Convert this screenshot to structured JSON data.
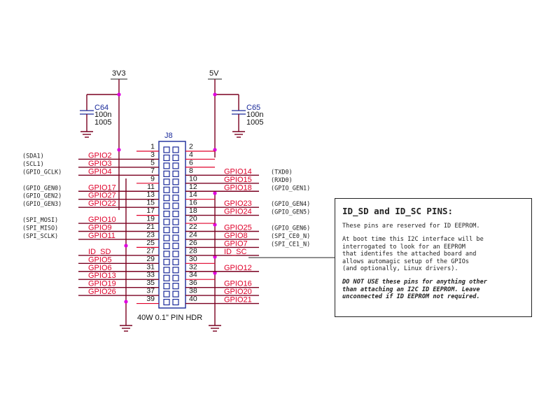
{
  "power": {
    "v33": "3V3",
    "v5": "5V"
  },
  "caps": [
    {
      "ref": "C64",
      "value": "100n",
      "pkg": "1005"
    },
    {
      "ref": "C65",
      "value": "100n",
      "pkg": "1005"
    }
  ],
  "header": {
    "ref": "J8",
    "caption": "40W 0.1\" PIN HDR"
  },
  "pins_left": [
    {
      "num": "1",
      "net": "",
      "alt": ""
    },
    {
      "num": "3",
      "net": "GPIO2",
      "alt": "(SDA1)"
    },
    {
      "num": "5",
      "net": "GPIO3",
      "alt": "(SCL1)"
    },
    {
      "num": "7",
      "net": "GPIO4",
      "alt": "(GPIO_GCLK)"
    },
    {
      "num": "9",
      "net": "",
      "alt": ""
    },
    {
      "num": "11",
      "net": "GPIO17",
      "alt": "(GPIO_GEN0)"
    },
    {
      "num": "13",
      "net": "GPIO27",
      "alt": "(GPIO_GEN2)"
    },
    {
      "num": "15",
      "net": "GPIO22",
      "alt": "(GPIO_GEN3)"
    },
    {
      "num": "17",
      "net": "",
      "alt": ""
    },
    {
      "num": "19",
      "net": "GPIO10",
      "alt": "(SPI_MOSI)"
    },
    {
      "num": "21",
      "net": "GPIO9",
      "alt": "(SPI_MISO)"
    },
    {
      "num": "23",
      "net": "GPIO11",
      "alt": "(SPI_SCLK)"
    },
    {
      "num": "25",
      "net": "",
      "alt": ""
    },
    {
      "num": "27",
      "net": "ID_SD",
      "alt": ""
    },
    {
      "num": "29",
      "net": "GPIO5",
      "alt": ""
    },
    {
      "num": "31",
      "net": "GPIO6",
      "alt": ""
    },
    {
      "num": "33",
      "net": "GPIO13",
      "alt": ""
    },
    {
      "num": "35",
      "net": "GPIO19",
      "alt": ""
    },
    {
      "num": "37",
      "net": "GPIO26",
      "alt": ""
    },
    {
      "num": "39",
      "net": "",
      "alt": ""
    }
  ],
  "pins_right": [
    {
      "num": "2",
      "net": "",
      "alt": ""
    },
    {
      "num": "4",
      "net": "",
      "alt": ""
    },
    {
      "num": "6",
      "net": "",
      "alt": ""
    },
    {
      "num": "8",
      "net": "GPIO14",
      "alt": "(TXD0)"
    },
    {
      "num": "10",
      "net": "GPIO15",
      "alt": "(RXD0)"
    },
    {
      "num": "12",
      "net": "GPIO18",
      "alt": "(GPIO_GEN1)"
    },
    {
      "num": "14",
      "net": "",
      "alt": ""
    },
    {
      "num": "16",
      "net": "GPIO23",
      "alt": "(GPIO_GEN4)"
    },
    {
      "num": "18",
      "net": "GPIO24",
      "alt": "(GPIO_GEN5)"
    },
    {
      "num": "20",
      "net": "",
      "alt": ""
    },
    {
      "num": "22",
      "net": "GPIO25",
      "alt": "(GPIO_GEN6)"
    },
    {
      "num": "24",
      "net": "GPIO8",
      "alt": "(SPI_CE0_N)"
    },
    {
      "num": "26",
      "net": "GPIO7",
      "alt": "(SPI_CE1_N)"
    },
    {
      "num": "28",
      "net": "ID_SC",
      "alt": ""
    },
    {
      "num": "30",
      "net": "",
      "alt": ""
    },
    {
      "num": "32",
      "net": "GPIO12",
      "alt": ""
    },
    {
      "num": "34",
      "net": "",
      "alt": ""
    },
    {
      "num": "36",
      "net": "GPIO16",
      "alt": ""
    },
    {
      "num": "38",
      "net": "GPIO20",
      "alt": ""
    },
    {
      "num": "40",
      "net": "GPIO21",
      "alt": ""
    }
  ],
  "note": {
    "title": "ID_SD and ID_SC PINS:",
    "p1": "These pins are reserved for ID EEPROM.",
    "p2": "At boot time this I2C interface will be\ninterrogated to look for an EEPROM\nthat identifes the attached board and\nallows automagic setup of the GPIOs\n(and optionally, Linux drivers).",
    "warning": "DO NOT USE these pins for anything other\nthan attaching an I2C ID EEPROM. Leave\nunconnected if ID EEPROM not required."
  }
}
